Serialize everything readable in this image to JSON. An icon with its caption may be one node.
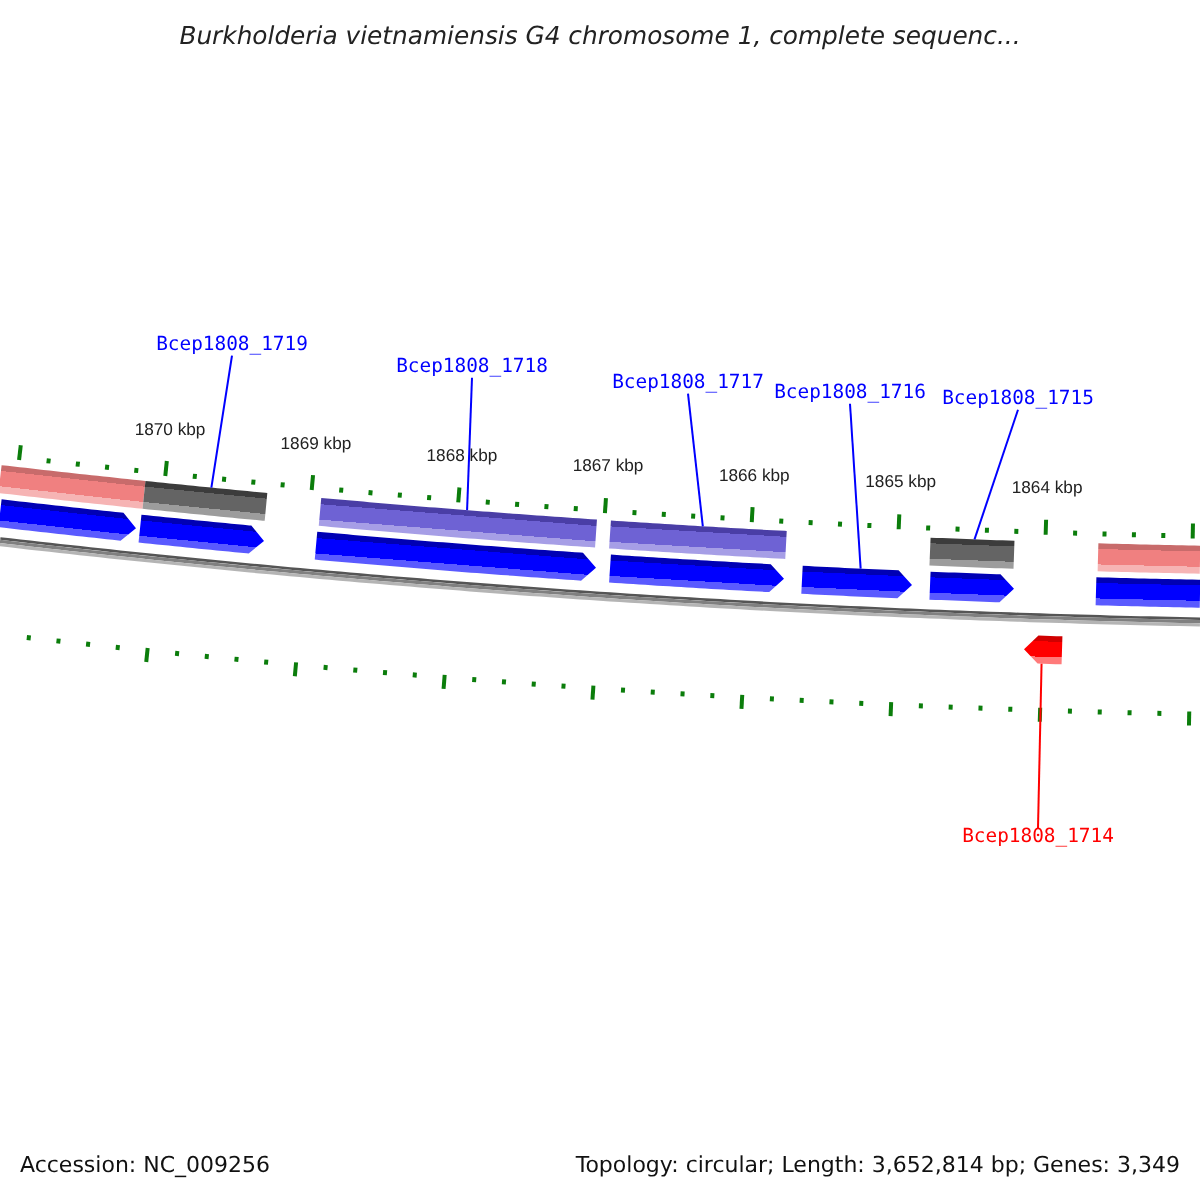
{
  "diagram": {
    "title": "Burkholderia vietnamiensis G4 chromosome 1, complete sequenc...",
    "nodes": [
      {
        "text": [
          "Bcep1808_1719"
        ]
      },
      {
        "text": [
          "Bcep1808_1718"
        ]
      },
      {
        "text": [
          "Bcep1808_1717"
        ]
      },
      {
        "text": [
          "Bcep1808_1716"
        ]
      },
      {
        "text": [
          "Bcep1808_1715"
        ]
      },
      {
        "text": [
          "Bcep1808_1714"
        ]
      },
      {
        "text": [],
        "shape": "bar"
      },
      {
        "text": [],
        "shape": "bar"
      },
      {
        "text": [],
        "shape": "bar"
      },
      {
        "text": [],
        "shape": "bar"
      },
      {
        "text": [],
        "shape": "bar"
      },
      {
        "text": [],
        "shape": "bar"
      },
      {
        "text": [],
        "shape": "pentagon"
      },
      {
        "text": [],
        "shape": "pentagon"
      },
      {
        "text": [],
        "shape": "pentagon"
      },
      {
        "text": [],
        "shape": "pentagon"
      },
      {
        "text": [],
        "shape": "pentagon"
      },
      {
        "text": [],
        "shape": "pentagon"
      },
      {
        "text": [],
        "shape": "pentagon"
      },
      {
        "text": [],
        "shape": "pentagon"
      }
    ],
    "edges": [
      {
        "from": 0,
        "to": 7,
        "arrow": "none"
      },
      {
        "from": 1,
        "to": 8,
        "arrow": "none"
      },
      {
        "from": 2,
        "to": 9,
        "arrow": "none"
      },
      {
        "from": 3,
        "to": 16,
        "arrow": "none"
      },
      {
        "from": 4,
        "to": 10,
        "arrow": "none"
      },
      {
        "from": 5,
        "to": 19,
        "arrow": "none",
        "color": "#ff0000"
      }
    ],
    "labels": [
      "1870 kbp",
      "1869 kbp",
      "1868 kbp",
      "1867 kbp",
      "1866 kbp",
      "1865 kbp",
      "1864 kbp",
      "Accession: NC_009256",
      "Topology: circular; Length: 3,652,814 bp; Genes: 3,349"
    ]
  }
}
